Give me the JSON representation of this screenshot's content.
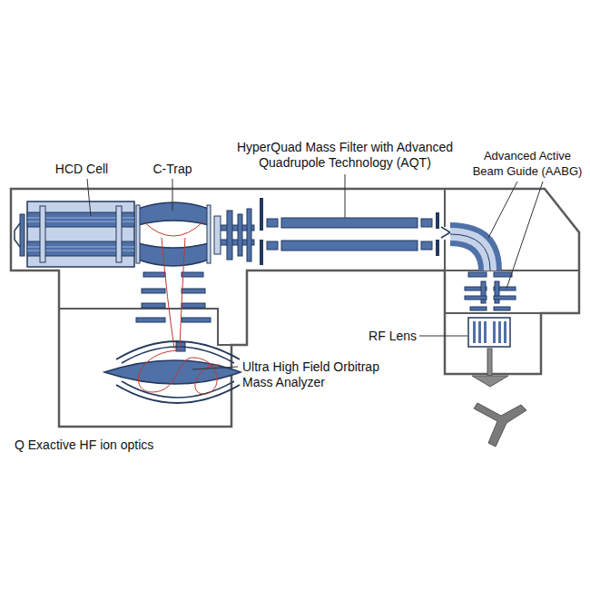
{
  "diagram": {
    "caption": "Q Exactive HF ion optics",
    "labels": [
      "HCD Cell",
      "C-Trap",
      "HyperQuad Mass Filter with Advanced Quadrupole Technology (AQT)",
      "Advanced Active Beam Guide (AABG)",
      "RF Lens",
      "Ultra High Field Orbitrap Mass Analyzer"
    ]
  }
}
